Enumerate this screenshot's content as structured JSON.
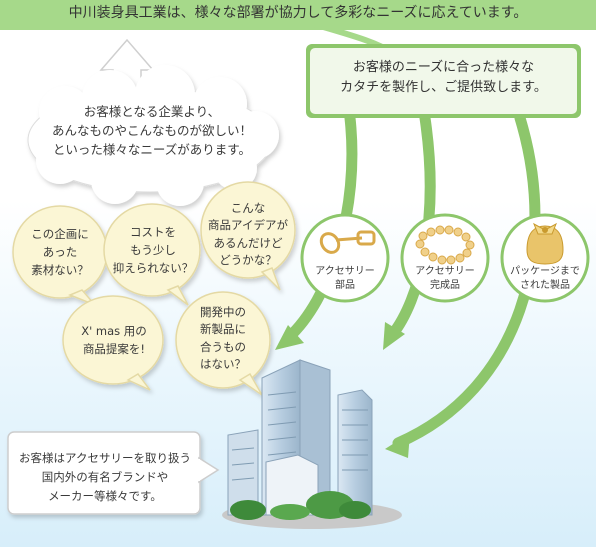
{
  "banner": {
    "text": "中川装身具工業は、様々な部署が協力して多彩なニーズに応えています。"
  },
  "provide_box": {
    "text": "お客様のニーズに合った様々な\nカタチを製作し、ご提供致します。"
  },
  "needs_cloud": {
    "text": "お客様となる企業より、\nあんなものやこんなものが欲しい！\nといった様々なニーズがあります。"
  },
  "bubbles": [
    {
      "text": "この企画に\nあった\n素材ない？"
    },
    {
      "text": "コストを\nもう少し\n抑えられない？"
    },
    {
      "text": "こんな\n商品アイデアが\nあるんだけど\nどうかな？"
    },
    {
      "text": "X' mas 用の\n商品提案を!"
    },
    {
      "text": "開発中の\n新製品に\n合うもの\nはない？"
    }
  ],
  "products": [
    {
      "label": "アクセサリー\n部品",
      "icon": "clasp-icon"
    },
    {
      "label": "アクセサリー\n完成品",
      "icon": "necklace-icon"
    },
    {
      "label": "パッケージまで\nされた製品",
      "icon": "gift-bag-icon"
    }
  ],
  "customers_box": {
    "text": "お客様はアクセサリーを取り扱う\n国内外の有名ブランドや\nメーカー等様々です。"
  },
  "colors": {
    "green": "#8dc66b",
    "banner_green": "#a6d98a",
    "bubble": "#fbf6d5",
    "bubble_border": "#e4d9a4",
    "gold": "#e9c46a"
  }
}
